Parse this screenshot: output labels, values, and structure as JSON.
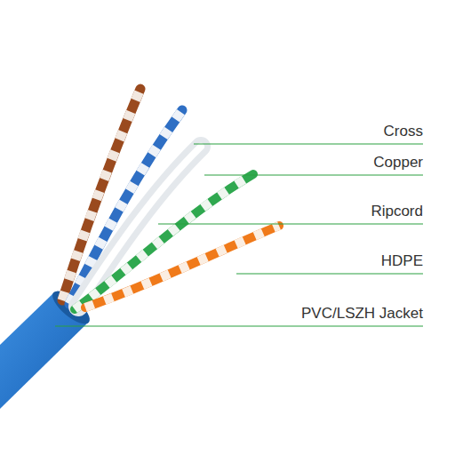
{
  "diagram": {
    "labels": [
      "Cross",
      "Copper",
      "Ripcord",
      "HDPE",
      "PVC/LSZH Jacket"
    ]
  }
}
